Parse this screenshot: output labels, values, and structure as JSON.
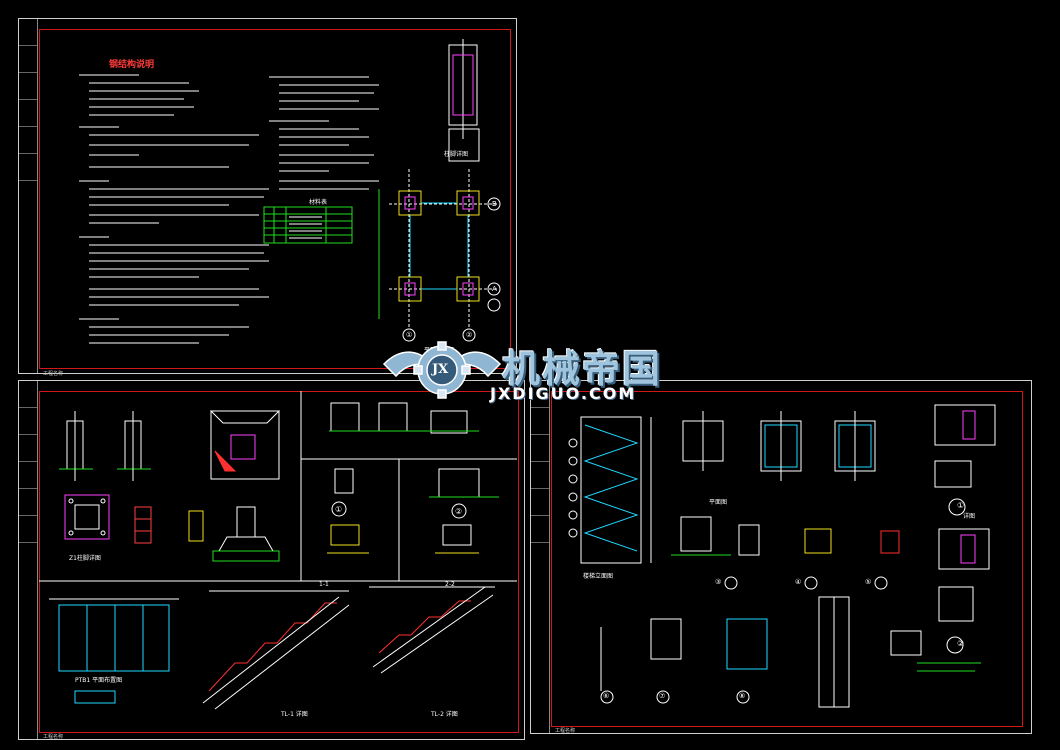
{
  "watermark": {
    "brand_cn": "机械帝国",
    "brand_en": "JXDIGUO.COM",
    "emblem_letters": "JX"
  },
  "sheet1": {
    "title": "钢结构说明",
    "table_title": "材料表",
    "plan_title": "平面布置图",
    "detail_title": "柱脚详图",
    "axes": [
      "B",
      "A",
      "①",
      "②"
    ],
    "footer": "工程名称"
  },
  "sheet2": {
    "view_titles": [
      "Z1柱脚详图",
      "1-1",
      "2-2"
    ],
    "callouts": [
      "①",
      "②"
    ],
    "stair_titles": [
      "TL-1 详图",
      "TL-2 详图"
    ],
    "bottom_title": "PTB1 平面布置图",
    "footer": "工程名称"
  },
  "sheet3": {
    "callouts": [
      "①",
      "②",
      "③",
      "④",
      "⑤",
      "⑥",
      "⑦",
      "⑧"
    ],
    "section_titles": [
      "楼梯立面图",
      "平面图",
      "详图"
    ],
    "footer": "工程名称"
  },
  "colors": {
    "frame": "#d01818",
    "line": "#ffffff",
    "accent_green": "#1fe01f",
    "accent_cyan": "#20d8ff",
    "accent_yellow": "#f0e020",
    "accent_magenta": "#ff40ff"
  }
}
